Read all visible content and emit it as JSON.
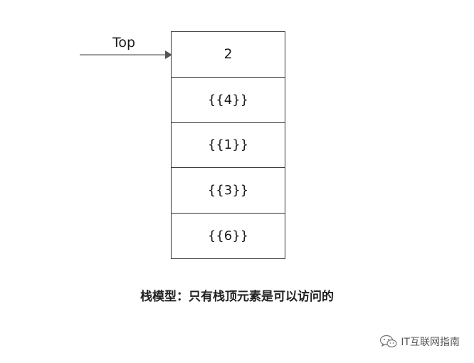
{
  "diagram": {
    "pointer_label": "Top",
    "stack_cells": [
      "2",
      "{{4}}",
      "{{1}}",
      "{{3}}",
      "{{6}}"
    ],
    "caption": "栈模型：只有栈顶元素是可以访问的",
    "line_color": "#333333",
    "arrow_color": "#666666"
  },
  "watermark": {
    "text": "IT互联网指南",
    "icon": "wechat-icon"
  }
}
